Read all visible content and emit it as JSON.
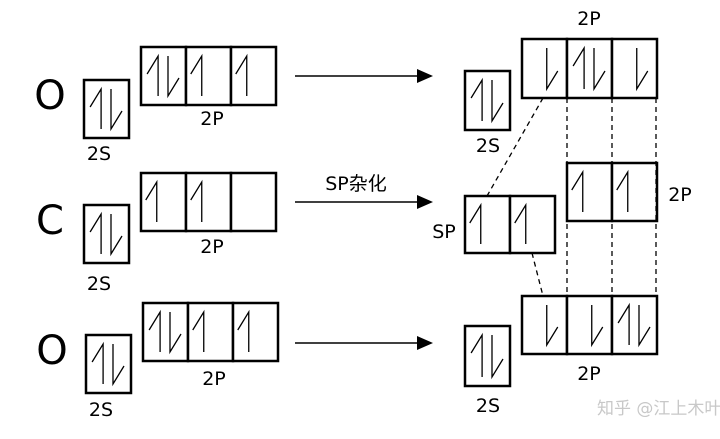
{
  "title": "CO2 SP hybridization orbital diagram",
  "atoms": [
    {
      "symbol": "O",
      "s_label": "2S",
      "p_label": "2P",
      "s": "up-down",
      "p": [
        "up-down",
        "up",
        "up"
      ]
    },
    {
      "symbol": "C",
      "s_label": "2S",
      "p_label": "2P",
      "s": "up-down",
      "p": [
        "up",
        "up",
        "empty"
      ]
    },
    {
      "symbol": "O",
      "s_label": "2S",
      "p_label": "2P",
      "s": "up-down",
      "p": [
        "up-down",
        "up",
        "up"
      ]
    }
  ],
  "arrow_label": "SP杂化",
  "result": {
    "top": {
      "s_label": "2S",
      "p_label": "2P",
      "s": "up-down",
      "p": [
        "down",
        "up-down",
        "down"
      ]
    },
    "middle": {
      "sp_label": "SP",
      "sp": [
        "up",
        "up"
      ],
      "p_label": "2P",
      "p": [
        "up",
        "up"
      ]
    },
    "bottom": {
      "s_label": "2S",
      "p_label": "2P",
      "s": "up-down",
      "p": [
        "down",
        "down",
        "up-down"
      ]
    }
  },
  "watermark": "知乎 @江上木叶"
}
